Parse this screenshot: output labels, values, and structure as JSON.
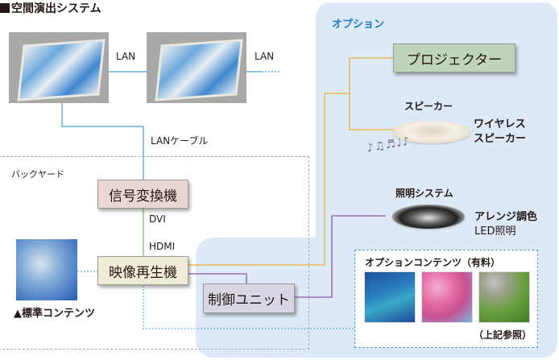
{
  "title": "空間演出システム",
  "top_panels": {
    "lan_label_1": "LAN",
    "lan_label_2": "LAN",
    "lan_cable_label": "LANケーブル"
  },
  "backyard": {
    "label": "バックヤード",
    "signal_converter": "信号変換機",
    "dvi_label": "DVI",
    "hdmi_label": "HDMI",
    "video_player": "映像再生機",
    "control_unit": "制御ユニット",
    "standard_content_label": "▲標準コンテンツ"
  },
  "options": {
    "title": "オプション",
    "projector": "プロジェクター",
    "speaker_label": "スピーカー",
    "wireless_speaker_line1": "ワイヤレス",
    "wireless_speaker_line2": "スピーカー",
    "lighting_label": "照明システム",
    "led_line1": "アレンジ調色",
    "led_line2": "LED照明",
    "content_box_title": "オプションコンテンツ（有料）",
    "content_box_note": "（上記参照）"
  },
  "colors": {
    "lan_line": "#4a9fd4",
    "dvi_line": "#6cc36a",
    "projector_line": "#e9b036",
    "control_line": "#8a5aa8",
    "options_bg": "#dde9f6",
    "projector_box": "#bfd4b8",
    "converter_box": "#ead6d2",
    "player_box": "#efecd8",
    "control_box": "#d8d6e2"
  }
}
